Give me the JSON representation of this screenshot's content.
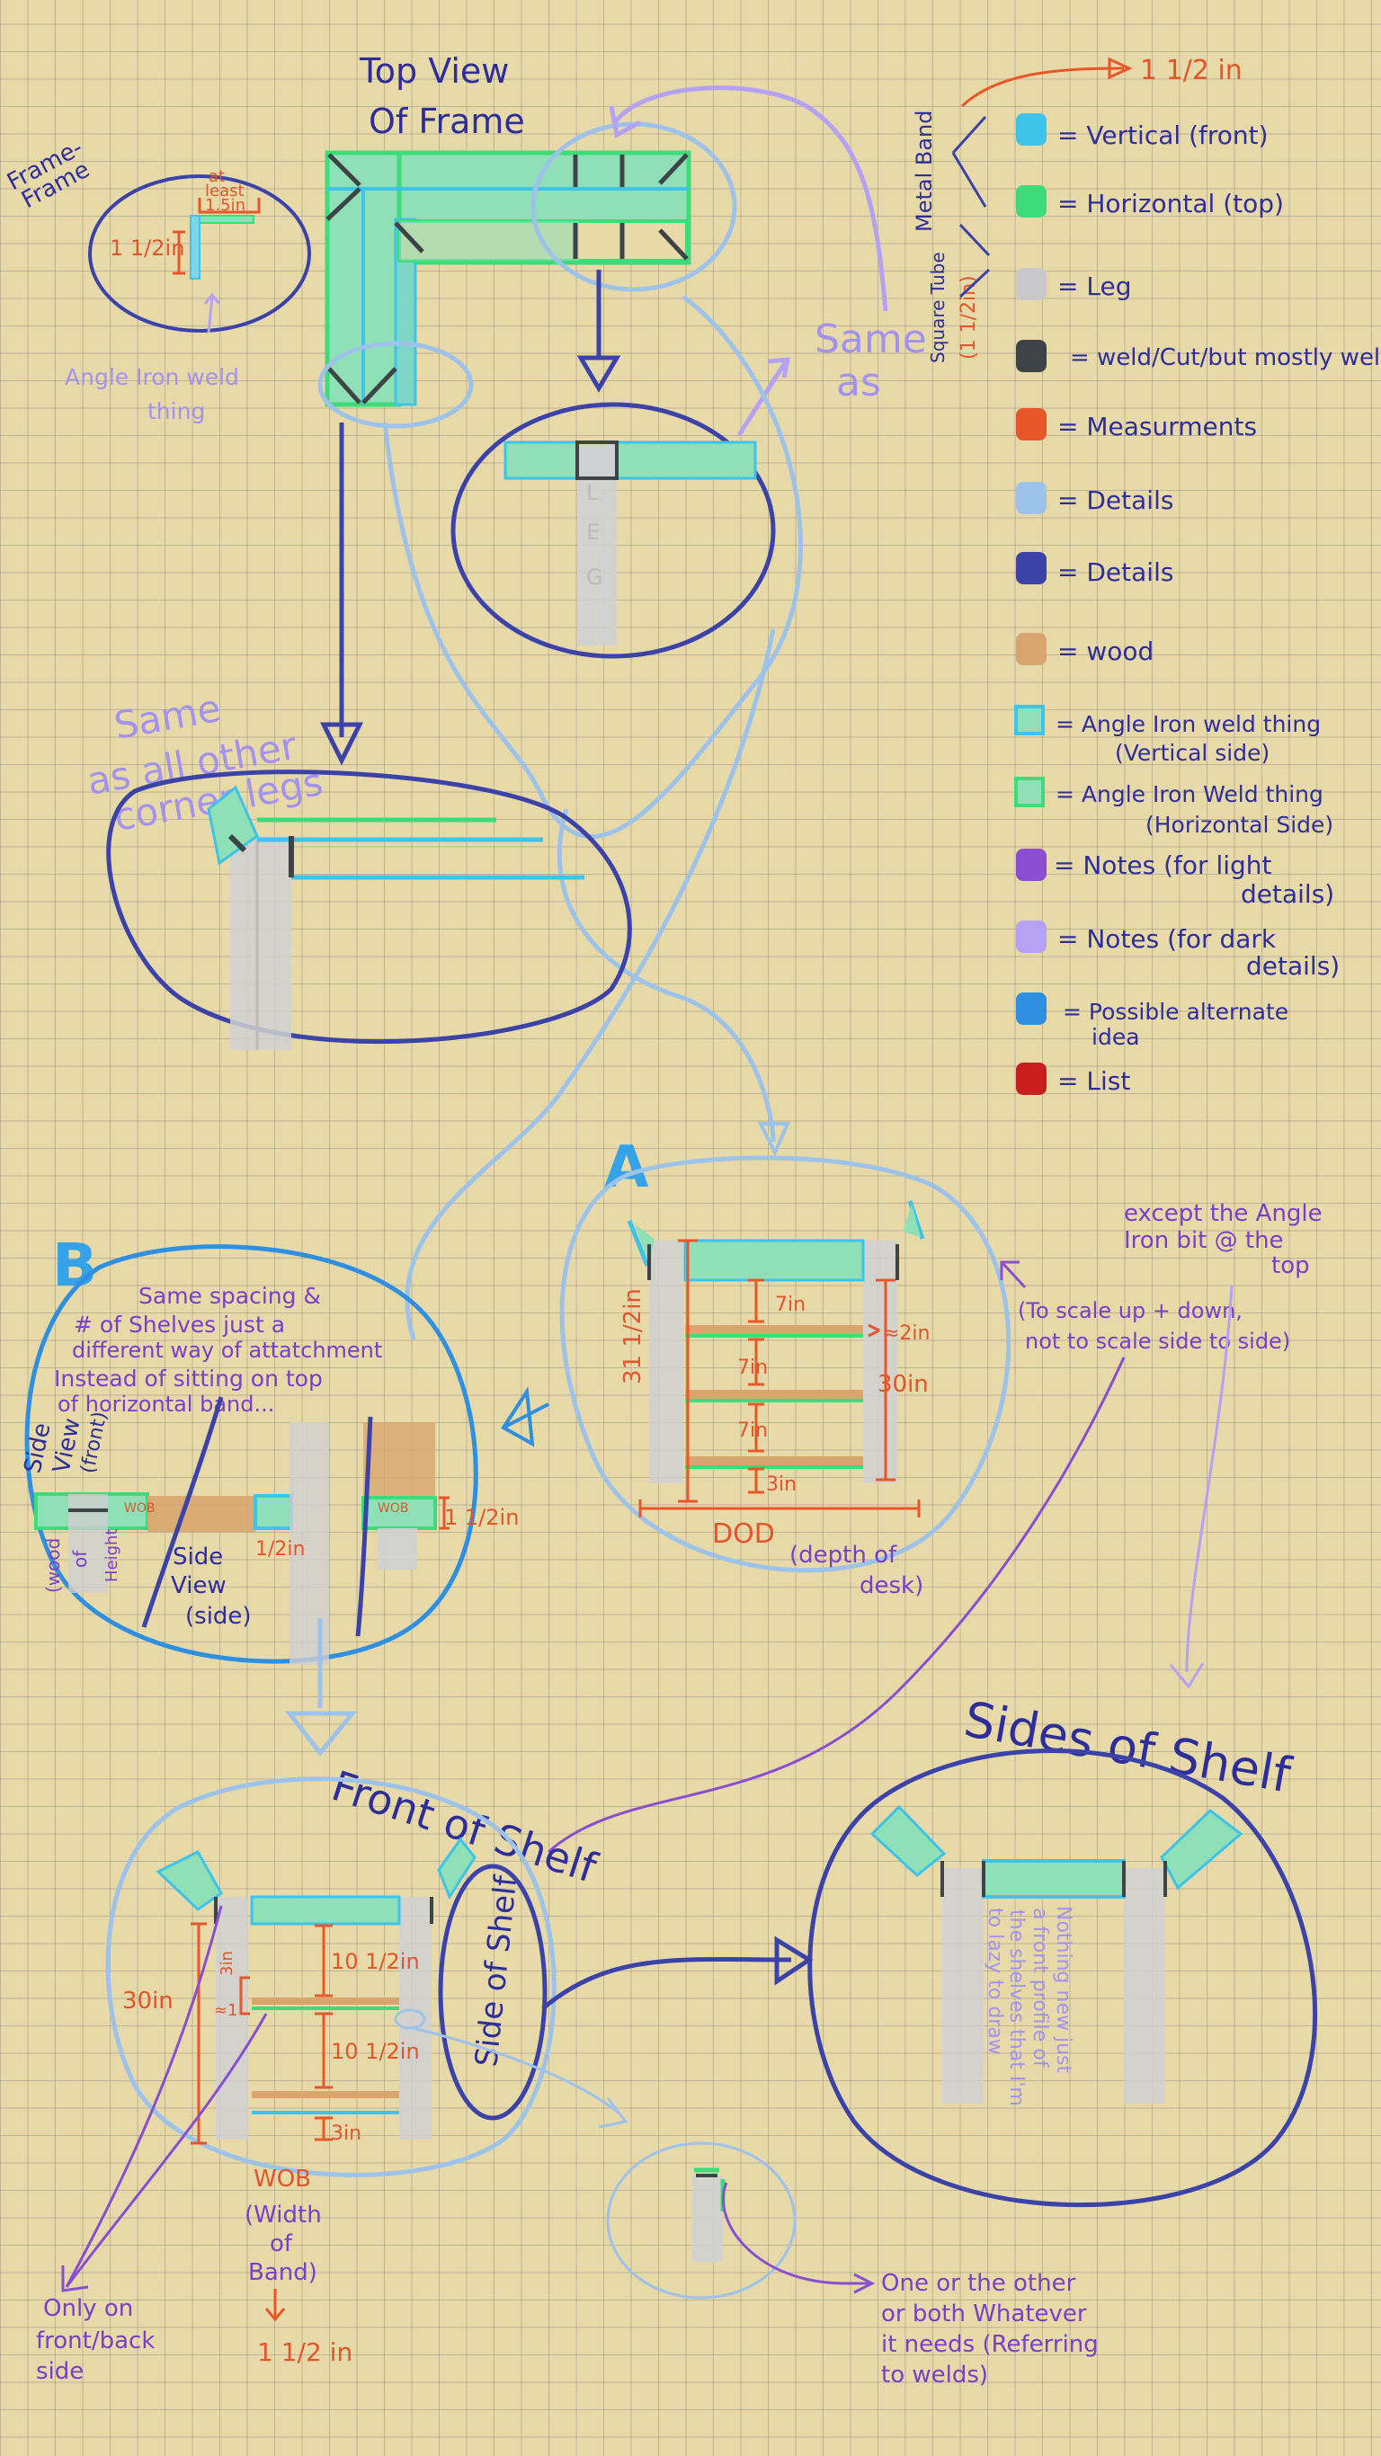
{
  "colors": {
    "vertical": "#3ec4e8",
    "horizontal": "#3ddc7a",
    "leg": "#c9c9cc",
    "weld": "#3d4347",
    "measure": "#e8572a",
    "details_light": "#9ec3ea",
    "details_dark": "#3b43a8",
    "wood": "#d8a56e",
    "notes_light": "#8a4fd0",
    "notes_dark": "#b6a2f4",
    "alternate": "#2f8fe0",
    "list": "#c81e1e"
  },
  "header": {
    "title_line1": "Top View",
    "title_line2": "Of Frame"
  },
  "frame": {
    "label_line1": "Frame-",
    "label_line2": "Frame",
    "dim": "1 1/2in",
    "note_line1": "at",
    "note_line2": "least",
    "note_line3": "1.5in"
  },
  "angle_iron": {
    "line1": "Angle Iron weld",
    "line2": "thing"
  },
  "same_as": {
    "line1": "Same",
    "line2": "as"
  },
  "leg_letters": [
    "L",
    "E",
    "G"
  ],
  "corner": {
    "line1": "Same",
    "line2": "as all other",
    "line3": "corner legs"
  },
  "legend": {
    "band_label": "Metal Band",
    "band_dim": "1 1/2 in",
    "tube_line1": "Square Tube",
    "tube_line2": "(1 1/2in)",
    "items": [
      {
        "swatch": "vertical",
        "label": "= Vertical (front)"
      },
      {
        "swatch": "horizontal",
        "label": "= Horizontal (top)"
      },
      {
        "swatch": "leg",
        "label": "= Leg"
      },
      {
        "swatch": "weld",
        "label": "= weld/Cut/but mostly welds"
      },
      {
        "swatch": "measure",
        "label": "= Measurments"
      },
      {
        "swatch": "details_light",
        "label": "= Details"
      },
      {
        "swatch": "details_dark",
        "label": "= Details"
      },
      {
        "swatch": "wood",
        "label": "= wood"
      },
      {
        "swatch": "vertical",
        "label": "= Angle Iron weld thing",
        "sub": "(Vertical side)"
      },
      {
        "swatch": "horizontal",
        "label": "= Angle Iron Weld thing",
        "sub": "(Horizontal Side)"
      },
      {
        "swatch": "notes_light",
        "label": "= Notes (for light",
        "sub": "details)"
      },
      {
        "swatch": "notes_dark",
        "label": "= Notes (for dark",
        "sub": "details)"
      },
      {
        "swatch": "alternate",
        "label": "= Possible alternate",
        "sub": "idea"
      },
      {
        "swatch": "list",
        "label": "= List"
      }
    ]
  },
  "section_a": {
    "letter": "A",
    "dim_total": "31 1/2in",
    "dim_leg": "30in",
    "gap1": "7in",
    "gap2": "7in",
    "gap3": "7in",
    "bottom": "3in",
    "approx": "≈2in",
    "dod": "DOD",
    "dod_note_line1": "(depth of",
    "dod_note_line2": "desk)"
  },
  "scale": {
    "line1": "(To scale up + down,",
    "line2": "not to scale side to side)"
  },
  "except": {
    "line1": "except the Angle",
    "line2": "Iron bit @ the",
    "line3": "top"
  },
  "section_b": {
    "letter": "B",
    "note_line1": "Same spacing &",
    "note_line2": "# of Shelves just a",
    "note_line3": "different way of attatchment",
    "note_line4": "Instead of sitting on top",
    "note_line5": "of horizontal band...",
    "side_view_front_line1": "Side",
    "side_view_front_line2": "View",
    "side_view_front_line3": "(front)",
    "wob1": "WOB",
    "wob2": "WOB",
    "dim_half": "1/2in",
    "dim_band": "1 1/2in",
    "wood_vertical": "(wood",
    "wood_vertical2": "of",
    "wood_vertical3": "Height",
    "side_view_side_line1": "Side",
    "side_view_side_line2": "View",
    "side_view_side_line3": "(side)"
  },
  "front": {
    "title": "Front of Shelf",
    "dim_leg": "30in",
    "gap1": "10 1/2in",
    "gap2": "10 1/2in",
    "small": "3in",
    "approx": "≈1",
    "bottom": "3in",
    "side_label": "Side of Shelf"
  },
  "wob": {
    "line1": "WOB",
    "line2": "(Width",
    "line3": "of",
    "line4": "Band)",
    "value": "1 1/2 in"
  },
  "only_on": {
    "line1": "Only on",
    "line2": "front/back",
    "line3": "side"
  },
  "sides": {
    "title": "Sides of Shelf",
    "note_col1": "Nothing new just",
    "note_col2": "a front profile of",
    "note_col3": "the shelves that I'm",
    "note_col4": "to lazy to draw"
  },
  "welds": {
    "line1": "One or the other",
    "line2": "or both Whatever",
    "line3": "it needs (Referring",
    "line4": "to welds)"
  }
}
